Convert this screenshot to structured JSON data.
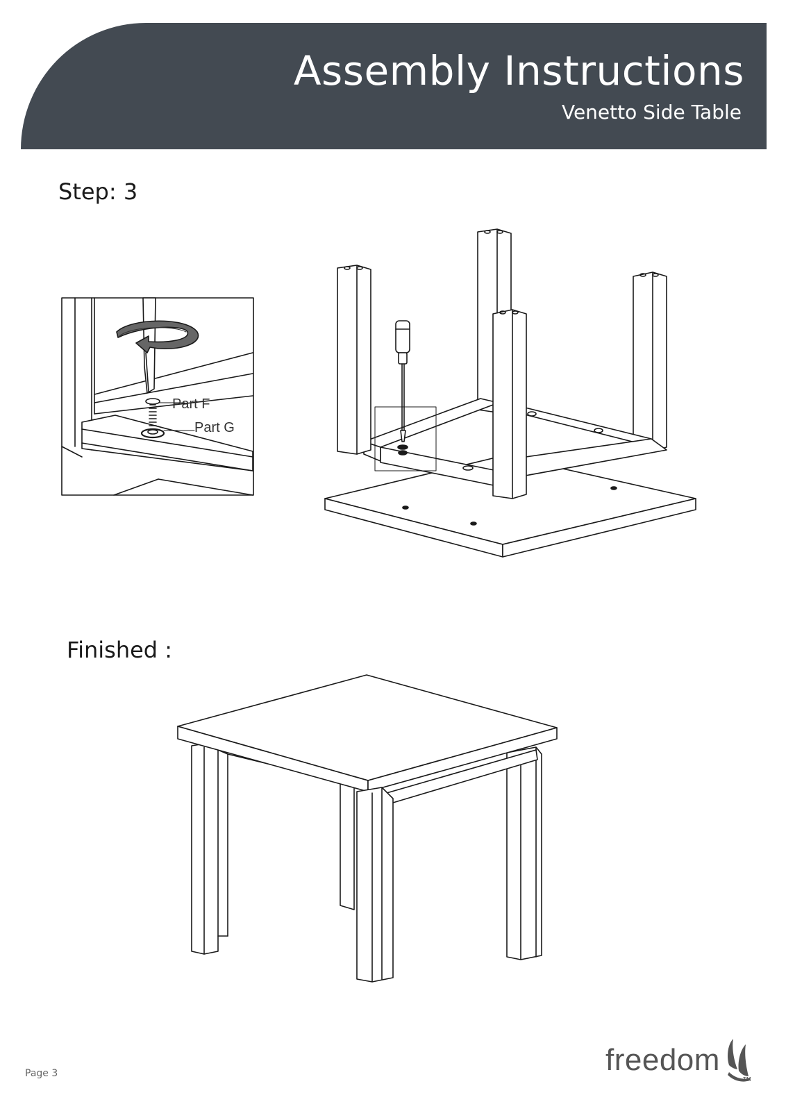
{
  "header": {
    "title": "Assembly Instructions",
    "subtitle": "Venetto Side Table"
  },
  "step": {
    "label": "Step: 3",
    "detail_labels": {
      "part_f": "Part F",
      "part_g": "Part G"
    }
  },
  "finished": {
    "label": "Finished :"
  },
  "footer": {
    "page": "Page 3",
    "logo_text": "freedom",
    "trademark": "TM"
  },
  "colors": {
    "header_bg": "#434a52",
    "header_text": "#ffffff",
    "ink": "#1a1a1a"
  },
  "icons": {
    "rotation": "rotate-arrow-icon",
    "tool": "screwdriver-icon",
    "brand": "freedom-logo-mark"
  }
}
